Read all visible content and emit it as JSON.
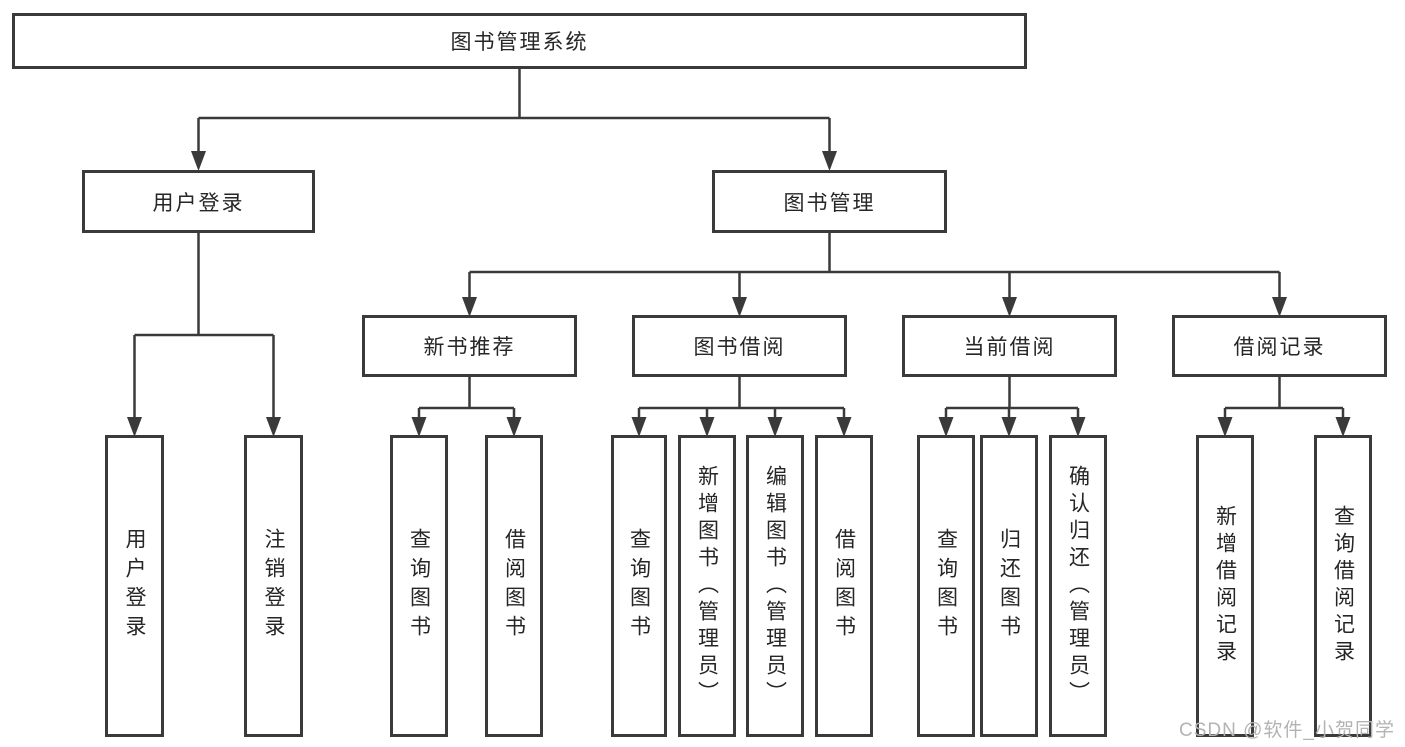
{
  "diagram": {
    "type": "tree",
    "root": {
      "label": "图书管理系统"
    },
    "level1": [
      {
        "label": "用户登录"
      },
      {
        "label": "图书管理"
      }
    ],
    "level2": [
      {
        "label": "新书推荐",
        "parent": "图书管理"
      },
      {
        "label": "图书借阅",
        "parent": "图书管理"
      },
      {
        "label": "当前借阅",
        "parent": "图书管理"
      },
      {
        "label": "借阅记录",
        "parent": "图书管理"
      }
    ],
    "leaves": {
      "user_login": [
        {
          "label": "用户登录"
        },
        {
          "label": "注销登录"
        }
      ],
      "new_book": [
        {
          "label": "查询图书"
        },
        {
          "label": "借阅图书"
        }
      ],
      "book_borrow": [
        {
          "label": "查询图书"
        },
        {
          "label": "新增图书（管理员）"
        },
        {
          "label": "编辑图书（管理员）"
        },
        {
          "label": "借阅图书"
        }
      ],
      "current_borrow": [
        {
          "label": "查询图书"
        },
        {
          "label": "归还图书"
        },
        {
          "label": "确认归还（管理员）"
        }
      ],
      "borrow_record": [
        {
          "label": "新增借阅记录"
        },
        {
          "label": "查询借阅记录"
        }
      ]
    }
  },
  "watermark": {
    "text": "CSDN @软件_小贺同学"
  },
  "colors": {
    "line": "#3a3a3a",
    "box_border": "#3a3a3a",
    "text": "#262626",
    "background": "#ffffff",
    "watermark": "#b3b3b3"
  }
}
